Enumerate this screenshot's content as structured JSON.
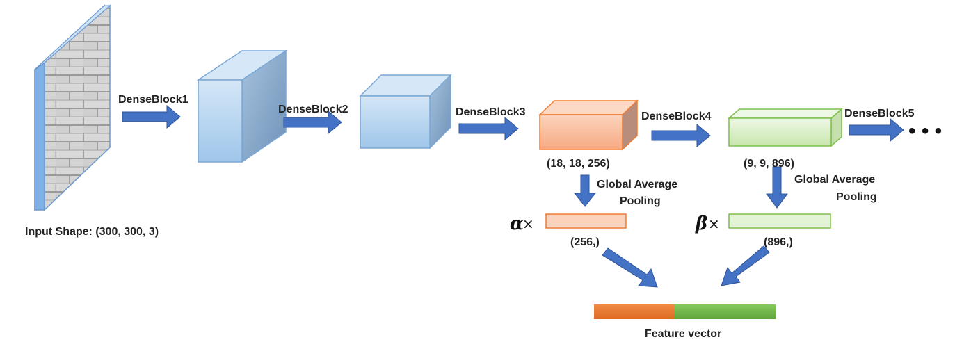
{
  "blocks": [
    "DenseBlock1",
    "DenseBlock2",
    "DenseBlock3",
    "DenseBlock4",
    "DenseBlock5"
  ],
  "input_shape": "Input Shape: (300, 300, 3)",
  "shape_db3": "(18, 18, 256)",
  "shape_db4": "(9, 9, 896)",
  "gap_label_line1": "Global Average",
  "gap_label_line2": "Pooling",
  "vec_db3": "(256,)",
  "vec_db4": "(896,)",
  "alpha_symbol": "α",
  "beta_symbol": "β",
  "times_symbol": "×",
  "ellipsis": "• • •",
  "feature_vector": "Feature vector",
  "colors": {
    "arrow": "#3f6db3",
    "blue_face": "#bcd9f2",
    "orange_face": "#f9c3a3",
    "green_face": "#d9efc6",
    "orange_bar": "#ef7a30",
    "green_bar": "#6fb545"
  }
}
